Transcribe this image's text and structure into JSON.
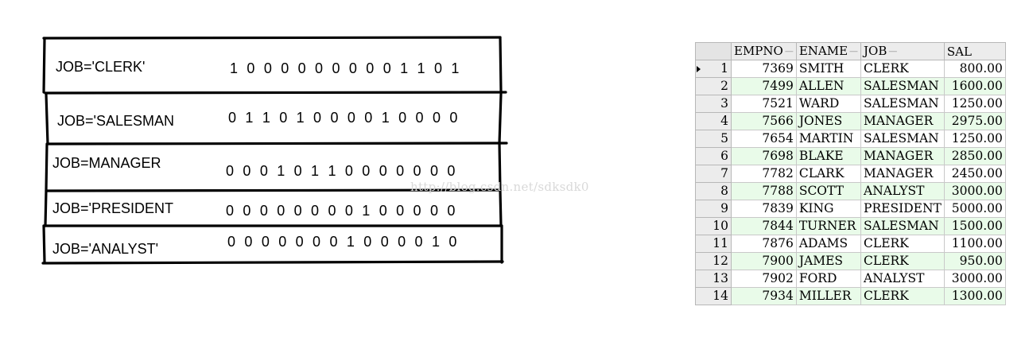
{
  "bitmap": {
    "rows": [
      {
        "label": "JOB='CLERK'",
        "bits": "1 0 0  0 0 0 0 0 0 0 1 1 0 1"
      },
      {
        "label": "JOB='SALESMAN",
        "bits": "0 1 1 0 1 0 0 0  0 1 0 0 0 0"
      },
      {
        "label": "JOB=MANAGER",
        "bits": "0 0 0 1 0 1 1 0 0 0 0 0 0 0"
      },
      {
        "label": "JOB='PRESIDENT",
        "bits": "0 0 0 0 0 0 0 0 1 0 0 0 0 0"
      },
      {
        "label": "JOB='ANALYST'",
        "bits": "0 0 0 0 0 0 0 1 0 0 0 0 1 0"
      }
    ]
  },
  "watermark": "http://blog.csdn.net/sdksdk0",
  "table": {
    "columns": [
      "EMPNO",
      "ENAME",
      "JOB",
      "SAL"
    ],
    "rows": [
      {
        "n": "1",
        "empno": "7369",
        "ename": "SMITH",
        "job": "CLERK",
        "sal": "800.00"
      },
      {
        "n": "2",
        "empno": "7499",
        "ename": "ALLEN",
        "job": "SALESMAN",
        "sal": "1600.00"
      },
      {
        "n": "3",
        "empno": "7521",
        "ename": "WARD",
        "job": "SALESMAN",
        "sal": "1250.00"
      },
      {
        "n": "4",
        "empno": "7566",
        "ename": "JONES",
        "job": "MANAGER",
        "sal": "2975.00"
      },
      {
        "n": "5",
        "empno": "7654",
        "ename": "MARTIN",
        "job": "SALESMAN",
        "sal": "1250.00"
      },
      {
        "n": "6",
        "empno": "7698",
        "ename": "BLAKE",
        "job": "MANAGER",
        "sal": "2850.00"
      },
      {
        "n": "7",
        "empno": "7782",
        "ename": "CLARK",
        "job": "MANAGER",
        "sal": "2450.00"
      },
      {
        "n": "8",
        "empno": "7788",
        "ename": "SCOTT",
        "job": "ANALYST",
        "sal": "3000.00"
      },
      {
        "n": "9",
        "empno": "7839",
        "ename": "KING",
        "job": "PRESIDENT",
        "sal": "5000.00"
      },
      {
        "n": "10",
        "empno": "7844",
        "ename": "TURNER",
        "job": "SALESMAN",
        "sal": "1500.00"
      },
      {
        "n": "11",
        "empno": "7876",
        "ename": "ADAMS",
        "job": "CLERK",
        "sal": "1100.00"
      },
      {
        "n": "12",
        "empno": "7900",
        "ename": "JAMES",
        "job": "CLERK",
        "sal": "950.00"
      },
      {
        "n": "13",
        "empno": "7902",
        "ename": "FORD",
        "job": "ANALYST",
        "sal": "3000.00"
      },
      {
        "n": "14",
        "empno": "7934",
        "ename": "MILLER",
        "job": "CLERK",
        "sal": "1300.00"
      }
    ]
  },
  "colors": {
    "alt_row": "#e9fbe9",
    "header_bg": "#ececec",
    "watermark": "#d9d9d9"
  },
  "icons": {
    "current_row": "row-pointer-icon"
  }
}
